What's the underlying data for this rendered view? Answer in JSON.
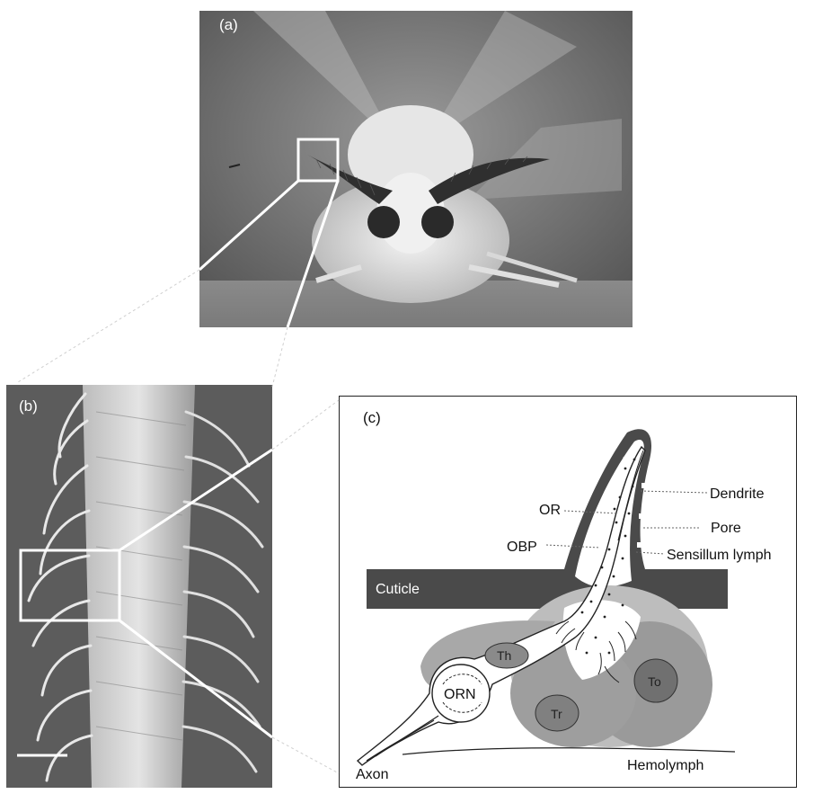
{
  "panels": {
    "a": {
      "letter": "(a)"
    },
    "b": {
      "letter": "(b)"
    },
    "c": {
      "letter": "(c)",
      "labels": {
        "dendrite": "Dendrite",
        "or": "OR",
        "pore": "Pore",
        "obp": "OBP",
        "sensillum_lymph": "Sensillum lymph",
        "cuticle": "Cuticle",
        "th": "Th",
        "orn": "ORN",
        "tr": "Tr",
        "to": "To",
        "axon": "Axon",
        "hemolymph": "Hemolymph"
      }
    }
  },
  "colors": {
    "cuticle": "#4a4a4a",
    "support_cells": "#9a9a9a",
    "support_cells_light": "#bdbdbd",
    "lymph": "#ffffff"
  }
}
